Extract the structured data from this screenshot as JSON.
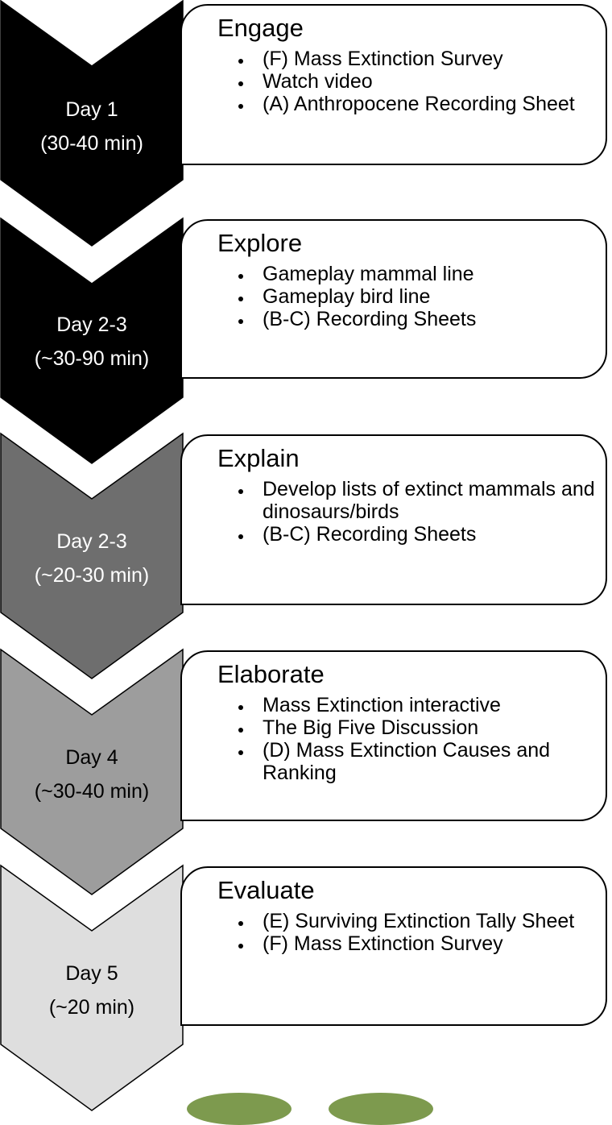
{
  "stages": [
    {
      "day": "Day 1",
      "duration": "(30-40 min)",
      "title": "Engage",
      "color": "#000000",
      "text_color": "#ffffff",
      "items": [
        "(F) Mass Extinction Survey",
        "Watch video",
        "(A) Anthropocene Recording Sheet"
      ]
    },
    {
      "day": "Day 2-3",
      "duration": "(~30-90 min)",
      "title": "Explore",
      "color": "#000000",
      "text_color": "#ffffff",
      "items": [
        "Gameplay mammal line",
        "Gameplay bird line",
        "(B-C) Recording Sheets"
      ]
    },
    {
      "day": "Day 2-3",
      "duration": "(~20-30 min)",
      "title": "Explain",
      "color": "#6e6e6e",
      "text_color": "#ffffff",
      "items": [
        "Develop lists of extinct mammals and dinosaurs/birds",
        "(B-C) Recording Sheets"
      ]
    },
    {
      "day": "Day 4",
      "duration": "(~30-40 min)",
      "title": "Elaborate",
      "color": "#9d9d9d",
      "text_color": "#000000",
      "items": [
        "Mass Extinction interactive",
        "The Big Five Discussion",
        "(D) Mass Extinction Causes and Ranking"
      ]
    },
    {
      "day": "Day 5",
      "duration": "(~20 min)",
      "title": "Evaluate",
      "color": "#dedede",
      "text_color": "#000000",
      "items": [
        "(E) Surviving Extinction Tally Sheet",
        "(F) Mass Extinction Survey"
      ]
    }
  ]
}
